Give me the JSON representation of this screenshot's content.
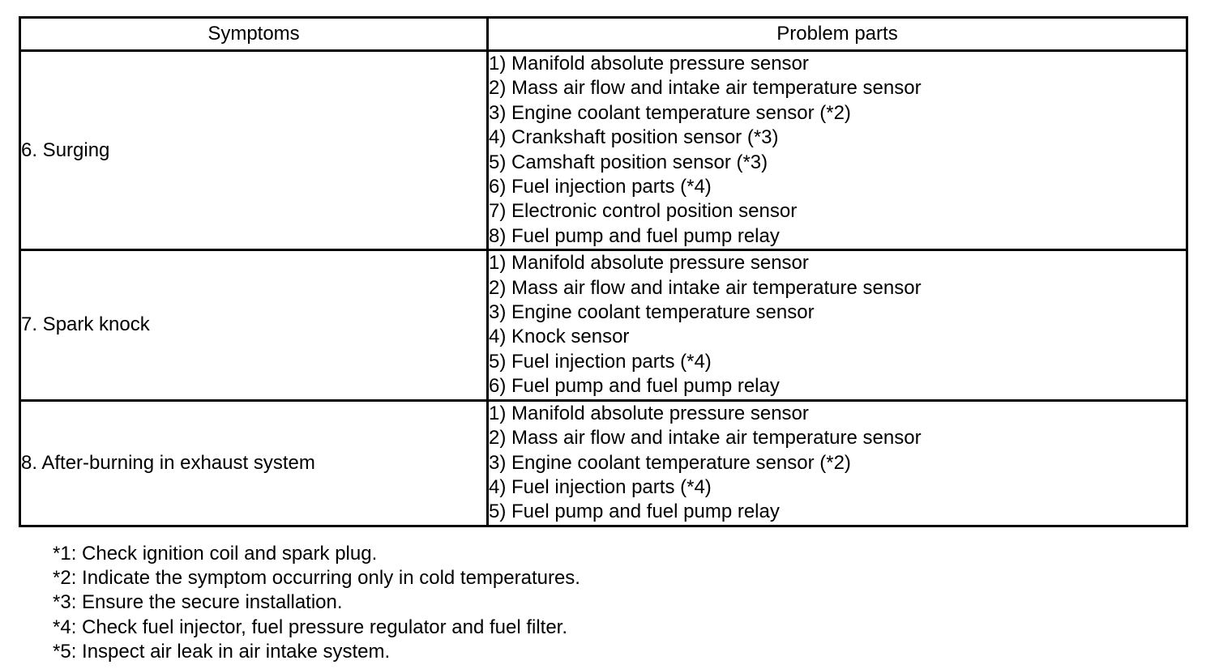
{
  "table": {
    "headers": {
      "symptoms": "Symptoms",
      "problem_parts": "Problem parts"
    },
    "rows": [
      {
        "symptom": "6. Surging",
        "parts": [
          "1) Manifold absolute pressure sensor",
          "2) Mass air flow and intake air temperature sensor",
          "3) Engine coolant temperature sensor (*2)",
          "4) Crankshaft position sensor (*3)",
          "5) Camshaft position sensor (*3)",
          "6) Fuel injection parts (*4)",
          "7) Electronic control position sensor",
          "8) Fuel pump and fuel pump relay"
        ]
      },
      {
        "symptom": "7. Spark knock",
        "parts": [
          "1) Manifold absolute pressure sensor",
          "2) Mass air flow and intake air temperature sensor",
          "3) Engine coolant temperature sensor",
          "4) Knock sensor",
          "5) Fuel injection parts (*4)",
          "6) Fuel pump and fuel pump relay"
        ]
      },
      {
        "symptom": "8. After-burning in exhaust system",
        "parts": [
          "1) Manifold absolute pressure sensor",
          "2) Mass air flow and intake air temperature sensor",
          "3) Engine coolant temperature sensor (*2)",
          "4) Fuel injection parts (*4)",
          "5) Fuel pump and fuel pump relay"
        ]
      }
    ]
  },
  "footnotes": [
    "*1: Check ignition coil and spark plug.",
    "*2: Indicate the symptom occurring only in cold temperatures.",
    "*3: Ensure the secure installation.",
    "*4: Check fuel injector, fuel pressure regulator and fuel filter.",
    "*5: Inspect air leak in air intake system."
  ],
  "colors": {
    "text": "#000000",
    "border": "#000000",
    "background": "#ffffff"
  }
}
